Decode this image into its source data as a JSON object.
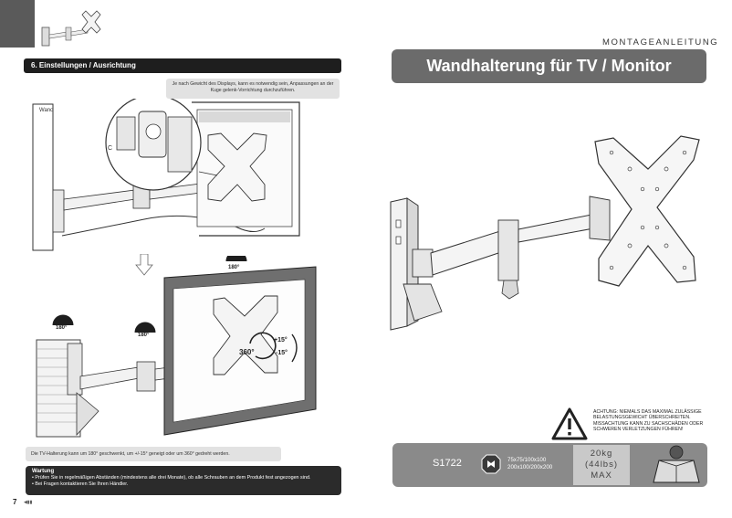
{
  "left_page": {
    "section_title": "6. Einstellungen / Ausrichtung",
    "note": "Je nach Gewicht des Displays, kann es notwendig sein, Anpassungen an der Kuge gelenk-Vorrichtung durchzuführen.",
    "wall_label": "Wand",
    "callout_letter": "C",
    "rotation_labels": [
      "180°",
      "180°",
      "180°"
    ],
    "rotation_360": "360°",
    "tilt_plus": "+15°",
    "tilt_minus": "-15°",
    "info_text": "Die TV-Halterung kann um 180° geschwenkt, um +/-15° geneigt oder um 360° gedreht werden.",
    "warning_title": "Wartung",
    "warning_items": [
      "• Prüfen Sie in regelmäßigen Abständen (mindestens alle drei Monate), ob alle Schrauben an dem Produkt fest angezogen sind.",
      "• Bei Fragen kontaktieren Sie Ihren Händler."
    ],
    "page_number": "7"
  },
  "right_page": {
    "header": "MONTAGEANLEITUNG",
    "title": "Wandhalterung für TV / Monitor",
    "caution_text": "ACHTUNG: NIEMALS DAS MAXIMAL ZULÄSSIGE BELASTUNGSGEWICHT ÜBERSCHREITEN. MISSACHTUNG KANN ZU SACHSCHÄDEN ODER SCHWEREN VERLETZUNGEN FÜHREN!",
    "model": "S1722",
    "vesa_line1": "75x75/100x100",
    "vesa_line2": "200x100/200x200",
    "weight_kg": "20kg",
    "weight_lbs": "(44lbs)",
    "weight_max": "MAX"
  },
  "icons": [
    "warning-triangle-icon",
    "vesa-badge-icon",
    "weight-block-icon",
    "rotate-arrow-icon"
  ],
  "colors": {
    "dark_bar": "#1e1e1e",
    "title_bar": "#6b6b6b",
    "bottom_bar": "#8a8a8a"
  }
}
